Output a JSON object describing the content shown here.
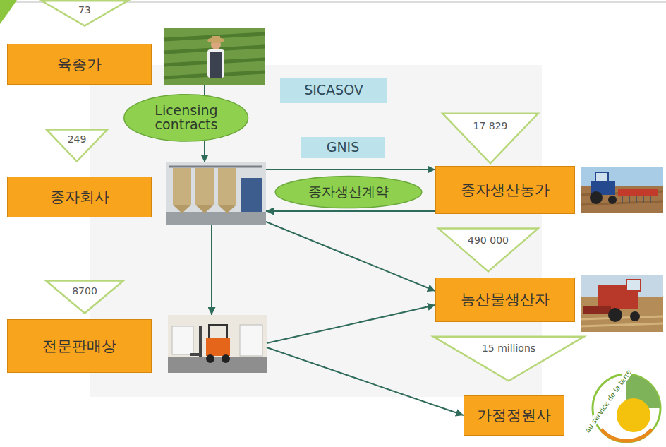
{
  "diagram": {
    "nodes": [
      {
        "text": [
          "73"
        ]
      },
      {
        "text": [
          "육종가"
        ]
      },
      {
        "text": [
          "Licensing contracts"
        ]
      },
      {
        "text": [
          "SICASOV"
        ]
      },
      {
        "text": [
          "249"
        ]
      },
      {
        "text": [
          "종자회사"
        ]
      },
      {
        "text": [
          "GNIS"
        ]
      },
      {
        "text": [
          "종자생산계약"
        ]
      },
      {
        "text": [
          "17 829"
        ]
      },
      {
        "text": [
          "종자생산농가"
        ]
      },
      {
        "text": [
          "490 000"
        ]
      },
      {
        "text": [
          "농산물생산자"
        ]
      },
      {
        "text": [
          "8700"
        ]
      },
      {
        "text": [
          "전문판매상"
        ]
      },
      {
        "text": [
          "15 millions"
        ]
      },
      {
        "text": [
          "가정정원사"
        ]
      }
    ],
    "edges": [
      {
        "from": 1,
        "to": 2,
        "arrow": "none"
      },
      {
        "from": 2,
        "to": 5,
        "arrow": "to"
      },
      {
        "from": 5,
        "to": 9,
        "arrow": "to"
      },
      {
        "from": 9,
        "to": 5,
        "arrow": "to"
      },
      {
        "from": 5,
        "to": 11,
        "arrow": "to"
      },
      {
        "from": 5,
        "to": 13,
        "arrow": "to"
      },
      {
        "from": 13,
        "to": 11,
        "arrow": "to"
      },
      {
        "from": 13,
        "to": 15,
        "arrow": "to"
      }
    ],
    "labels": [
      "au service de la terre"
    ]
  }
}
